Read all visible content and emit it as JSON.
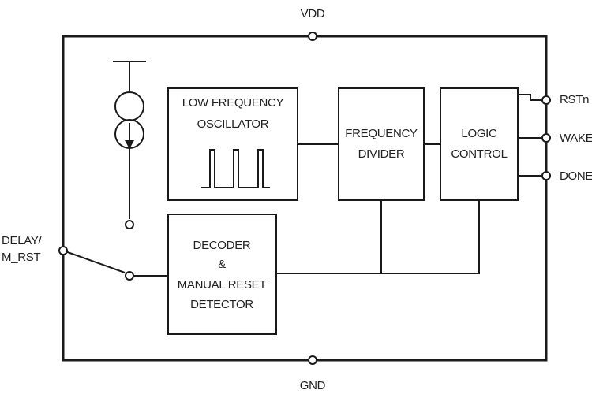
{
  "pins": {
    "vdd": "VDD",
    "gnd": "GND",
    "delay_line1": "DELAY/",
    "delay_line2": "M_RST",
    "rstn": "RSTn",
    "wake": "WAKE",
    "done": "DONE"
  },
  "blocks": {
    "oscillator": {
      "line1": "LOW FREQUENCY",
      "line2": "OSCILLATOR"
    },
    "divider": {
      "line1": "FREQUENCY",
      "line2": "DIVIDER"
    },
    "logic": {
      "line1": "LOGIC",
      "line2": "CONTROL"
    },
    "decoder": {
      "line1": "DECODER",
      "line2": "&",
      "line3": "MANUAL RESET",
      "line4": "DETECTOR"
    }
  },
  "icons": [
    "current-source-icon",
    "square-wave-icon",
    "switch-icon"
  ]
}
